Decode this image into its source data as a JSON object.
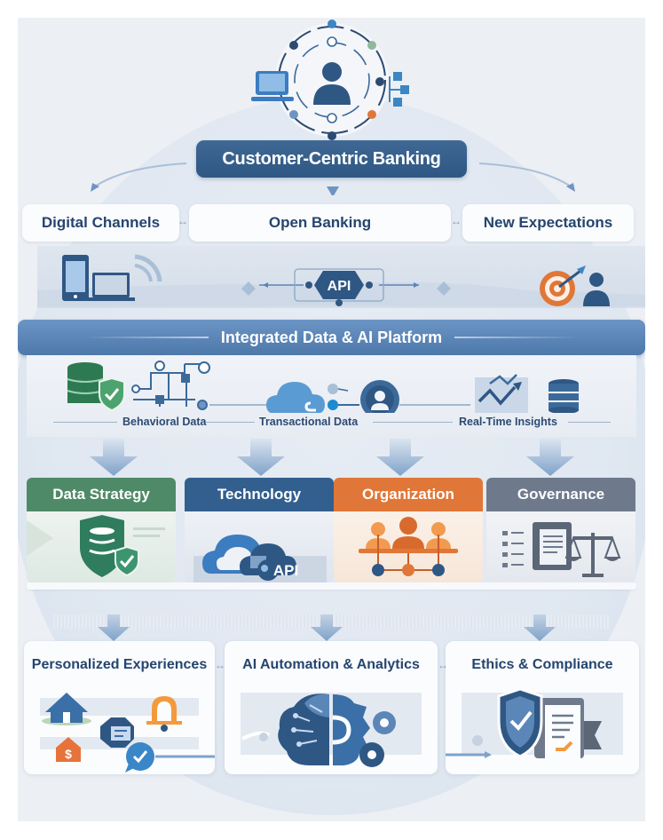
{
  "header": {
    "title": "Customer-Centric Banking",
    "hub_icon": "customer-network-icon"
  },
  "drivers": [
    {
      "label": "Digital Channels",
      "icon": "devices-icon"
    },
    {
      "label": "Open Banking",
      "icon": "api-icon",
      "badge": "API"
    },
    {
      "label": "New Expectations",
      "icon": "target-customer-icon"
    }
  ],
  "platform": {
    "title": "Integrated Data & AI Platform",
    "data_labels": [
      "Behavioral Data",
      "Transactional Data",
      "Real-Time Insights"
    ]
  },
  "pillars": [
    {
      "label": "Data Strategy",
      "color": "#4f8a68",
      "icon": "database-shield-icon"
    },
    {
      "label": "Technology",
      "color": "#335f8f",
      "icon": "cloud-api-icon",
      "badge": "API"
    },
    {
      "label": "Organization",
      "color": "#e07738",
      "icon": "team-org-icon"
    },
    {
      "label": "Governance",
      "color": "#6e7a8c",
      "icon": "policy-scales-icon"
    }
  ],
  "outcomes": [
    {
      "label": "Personalized Experiences",
      "icon": "personalization-icon"
    },
    {
      "label": "AI Automation & Analytics",
      "icon": "brain-gears-icon"
    },
    {
      "label": "Ethics & Compliance",
      "icon": "shield-document-icon"
    }
  ],
  "colors": {
    "primary": "#2f5784",
    "accent_orange": "#e07738",
    "accent_green": "#4f8a68",
    "text_dark": "#25456e"
  }
}
